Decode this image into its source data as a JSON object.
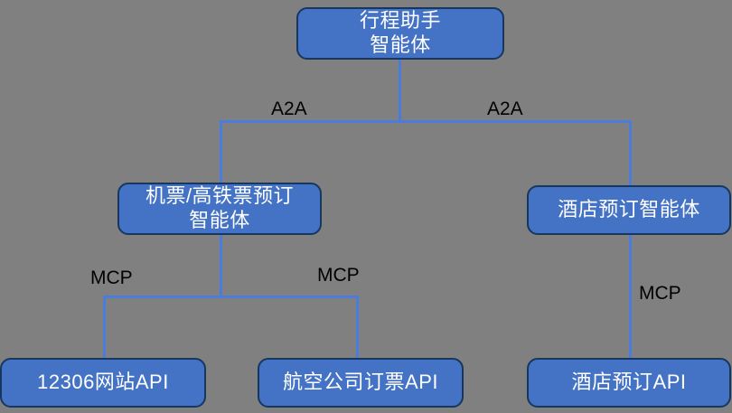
{
  "diagram": {
    "type": "hierarchy-tree",
    "background_color": "#808080",
    "node_fill_color": "#4472c4",
    "node_border_color": "#17375e",
    "node_text_color": "#ffffff",
    "connector_color": "#4a7ddb",
    "edge_label_color": "#000000",
    "nodes": [
      {
        "id": "root",
        "label": "行程助手\n智能体",
        "level": 0
      },
      {
        "id": "flight",
        "label": "机票/高铁票预订\n智能体",
        "level": 1
      },
      {
        "id": "hotel_agent",
        "label": "酒店预订智能体",
        "level": 1
      },
      {
        "id": "api_12306",
        "label": "12306网站API",
        "level": 2
      },
      {
        "id": "api_airline",
        "label": "航空公司订票API",
        "level": 2
      },
      {
        "id": "api_hotel",
        "label": "酒店预订API",
        "level": 2
      }
    ],
    "edges": [
      {
        "from": "root",
        "to": "flight",
        "label": "A2A"
      },
      {
        "from": "root",
        "to": "hotel_agent",
        "label": "A2A"
      },
      {
        "from": "flight",
        "to": "api_12306",
        "label": "MCP"
      },
      {
        "from": "flight",
        "to": "api_airline",
        "label": "MCP"
      },
      {
        "from": "hotel_agent",
        "to": "api_hotel",
        "label": "MCP"
      }
    ]
  }
}
